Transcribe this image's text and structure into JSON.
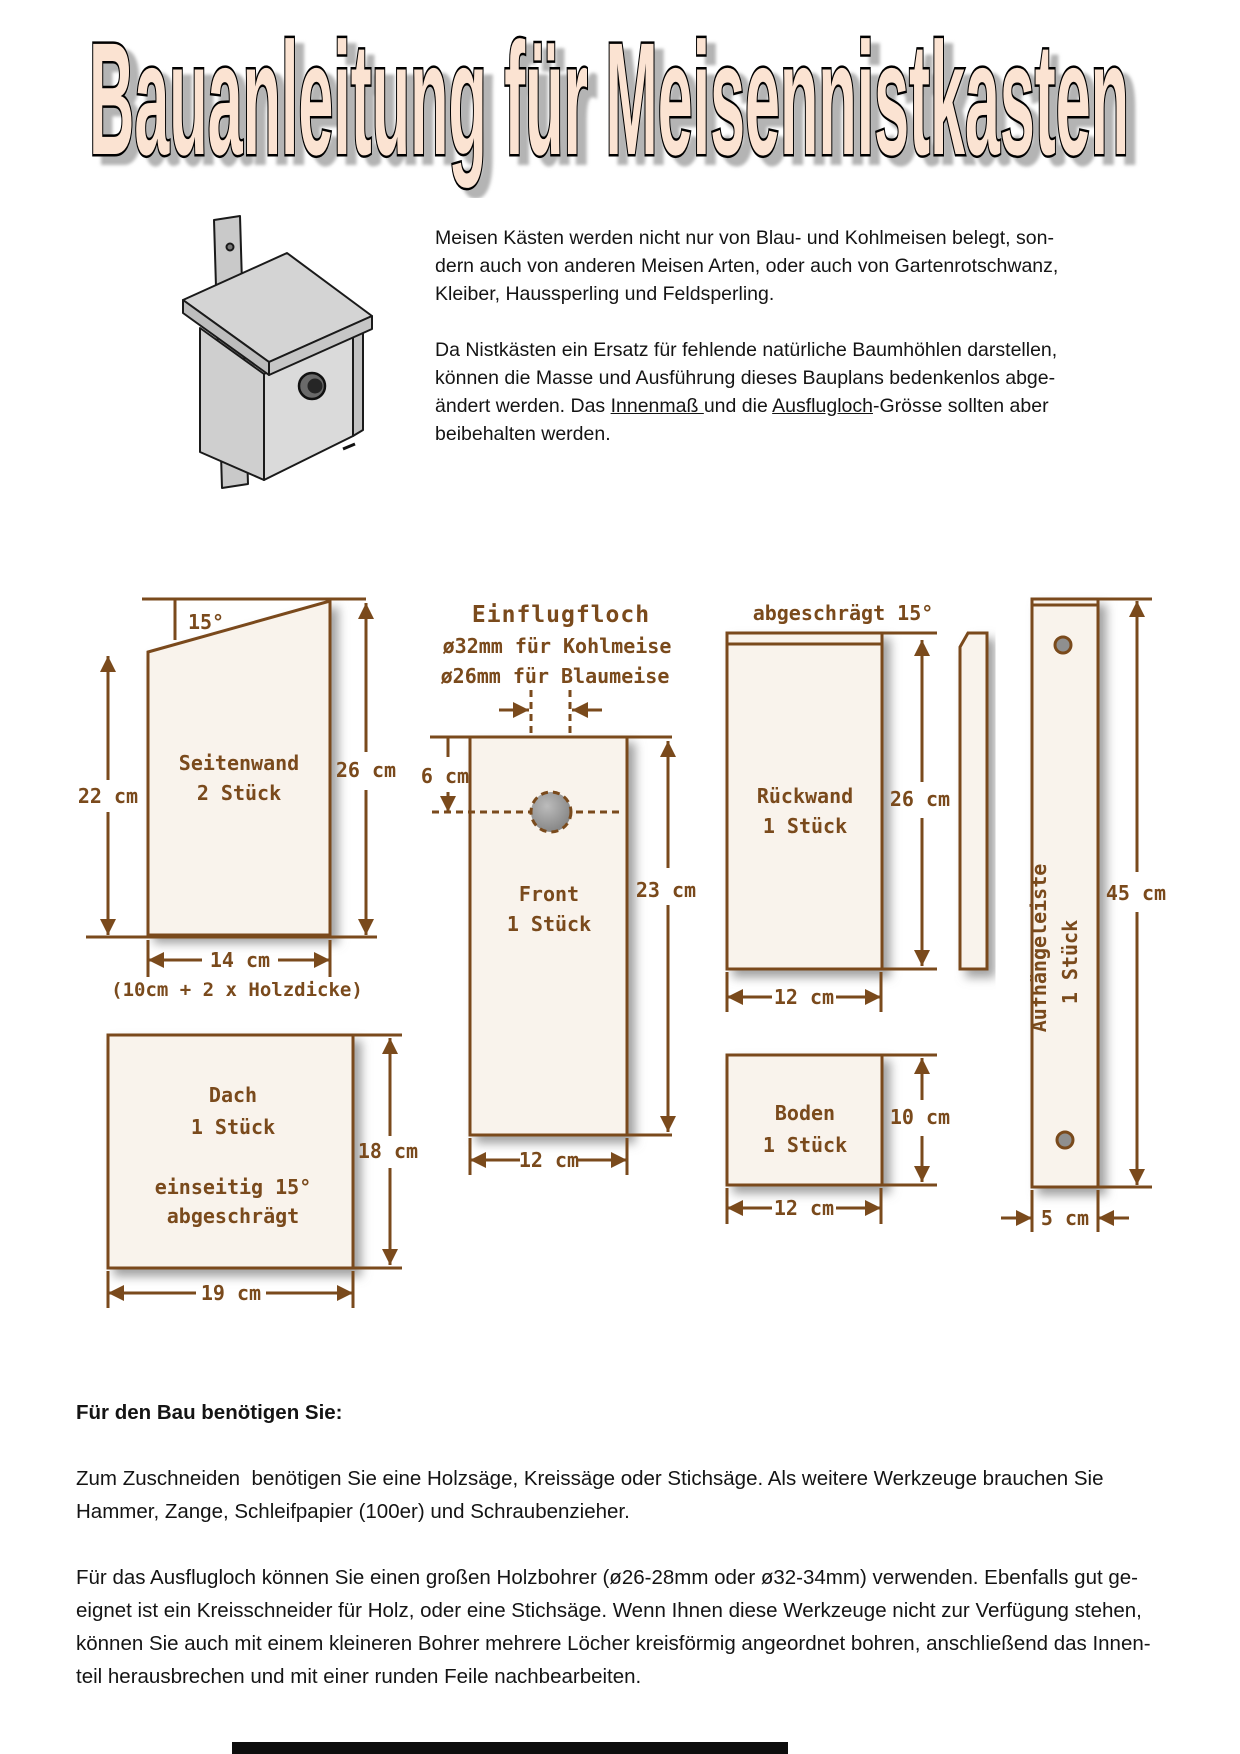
{
  "title": "Bauanleitung für Meisennistkasten",
  "intro": {
    "p1_lines": [
      "Meisen Kästen werden nicht nur von Blau- und Kohlmeisen belegt, son-",
      "dern auch von anderen Meisen Arten, oder auch von Gartenrotschwanz,",
      "Kleiber, Haussperling und Feldsperling."
    ],
    "p2_line1": "Da Nistkästen ein Ersatz für fehlende natürliche Baumhöhlen darstellen,",
    "p2_line2": "können die Masse und Ausführung dieses Bauplans bedenkenlos abge-",
    "p2_line3": {
      "a": "ändert werden. Das ",
      "b": "Innenmaß ",
      "c": "und die ",
      "d": "Ausflugloch",
      "e": "-Grösse sollten aber"
    },
    "p2_line4": "beibehalten werden."
  },
  "diagrams": {
    "seitenwand": {
      "angle": "15°",
      "label1": "Seitenwand",
      "label2": "2 Stück",
      "dim_left": "22 cm",
      "dim_right": "26 cm",
      "dim_bottom": "14 cm",
      "dim_note": "(10cm + 2 x Holzdicke)"
    },
    "einflugloch": {
      "title": "Einflugfloch",
      "line1": "ø32mm für Kohlmeise",
      "line2": "ø26mm für Blaumeise"
    },
    "front": {
      "label1": "Front",
      "label2": "1 Stück",
      "dim_top": "6 cm",
      "dim_right": "23 cm",
      "dim_bottom": "12 cm"
    },
    "rueckwand": {
      "caption": "abgeschrägt 15°",
      "label1": "Rückwand",
      "label2": "1 Stück",
      "dim_right": "26 cm",
      "dim_bottom": "12 cm"
    },
    "aufhaengeleiste": {
      "label1": "Aufhängeleiste",
      "label2": "1 Stück",
      "dim_right": "45 cm",
      "dim_bottom": "5 cm"
    },
    "dach": {
      "label1": "Dach",
      "label2": "1 Stück",
      "note1": "einseitig 15°",
      "note2": "abgeschrägt",
      "dim_right": "18 cm",
      "dim_bottom": "19 cm"
    },
    "boden": {
      "label1": "Boden",
      "label2": "1 Stück",
      "dim_right": "10 cm",
      "dim_bottom": "12 cm"
    }
  },
  "tools": {
    "heading": "Für den Bau benötigen Sie:",
    "p1_lines": [
      "Zum Zuschneiden  benötigen Sie eine Holzsäge, Kreissäge oder Stichsäge. Als weitere Werkzeuge brauchen Sie",
      "Hammer, Zange, Schleifpapier (100er) und Schraubenzieher."
    ],
    "p2_lines": [
      "Für das Ausflugloch können Sie einen großen Holzbohrer (ø26-28mm oder ø32-34mm) verwenden. Ebenfalls gut ge-",
      "eignet ist ein Kreisschneider für Holz, oder eine Stichsäge. Wenn Ihnen diese Werkzeuge nicht zur Verfügung stehen,",
      "können Sie auch mit einem kleineren Bohrer mehrere Löcher kreisförmig angeordnet bohren, anschließend das Innen-",
      "teil herausbrechen und mit einer runden Feile nachbearbeiten."
    ]
  },
  "colors": {
    "diagram_brown": "#7a4a1c",
    "panel_cream": "#f9f3ec",
    "title_fill": "#fbe3d2",
    "title_shadow": "#b4b4b4",
    "hole_gray": "#8f8f8f"
  }
}
